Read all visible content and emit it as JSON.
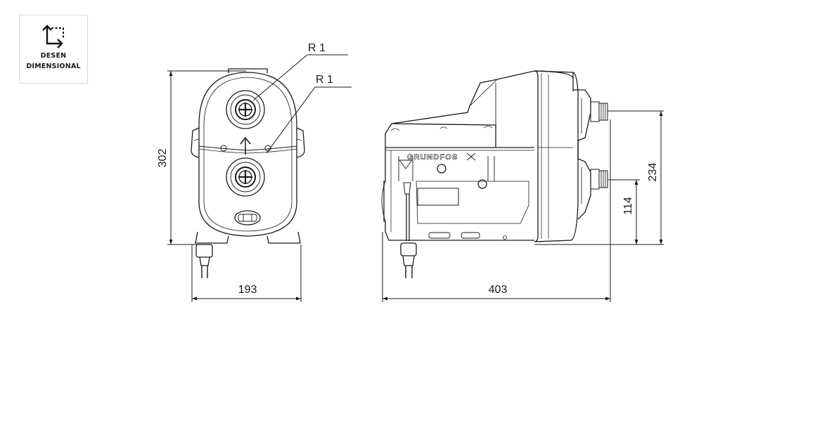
{
  "badge": {
    "icon": "dimension-corner-icon",
    "line1": "DESEN",
    "line2": "DIMENSIONAL"
  },
  "front_view": {
    "connection_top": "R 1",
    "connection_bottom": "R 1",
    "height": "302",
    "width": "193"
  },
  "side_view": {
    "brand": "GRUNDFOS",
    "length": "403",
    "outlet_height": "234",
    "inlet_height": "114"
  }
}
